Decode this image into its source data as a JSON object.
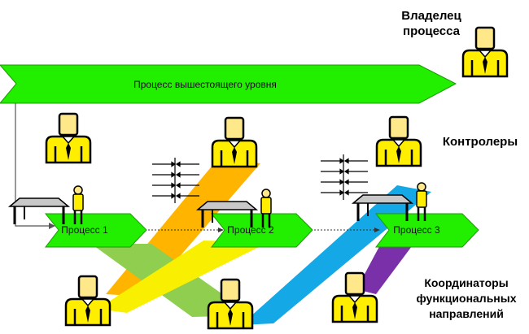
{
  "labels": {
    "owner": "Владелец процесса",
    "controllers": "Контролеры",
    "coordinators": "Координаторы функциональных направлений"
  },
  "top_process": "Процесс вышестоящего уровня",
  "processes": [
    "Процесс 1",
    "Процесс 2",
    "Процесс 3"
  ],
  "colors": {
    "arrow_green": "#22ee00",
    "band_orange": "#ffb400",
    "band_yellow": "#f8f000",
    "band_lightgreen": "#8fce4f",
    "band_blue": "#14a8e6",
    "band_purple": "#7a30a8",
    "person_yellow": "#ffee00",
    "person_skin": "#ffe88a"
  },
  "icons": [
    "person-icon",
    "manager-desk-icon",
    "control-arrows-icon"
  ]
}
